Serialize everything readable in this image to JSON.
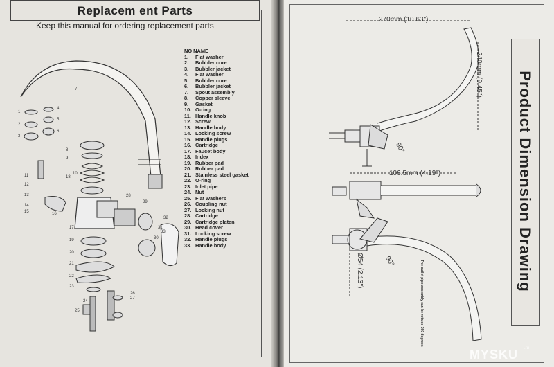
{
  "left_page": {
    "title": "Replacem ent Parts",
    "subtitle": "Keep this manual for ordering replacement parts",
    "list_header": "NO   NAME",
    "parts": [
      {
        "no": "1.",
        "name": "Flat washer"
      },
      {
        "no": "2.",
        "name": "Bubbler core"
      },
      {
        "no": "3.",
        "name": "Bubbler jacket"
      },
      {
        "no": "4.",
        "name": "Flat washer"
      },
      {
        "no": "5.",
        "name": "Bubbler core"
      },
      {
        "no": "6.",
        "name": "Bubbler jacket"
      },
      {
        "no": "7.",
        "name": "Spout assembly"
      },
      {
        "no": "8.",
        "name": "Copper sleeve"
      },
      {
        "no": "9.",
        "name": "Gasket"
      },
      {
        "no": "10.",
        "name": "O-ring"
      },
      {
        "no": "11.",
        "name": "Handle knob"
      },
      {
        "no": "12.",
        "name": "Screw"
      },
      {
        "no": "13.",
        "name": "Handle body"
      },
      {
        "no": "14.",
        "name": "Locking screw"
      },
      {
        "no": "15.",
        "name": "Handle plugs"
      },
      {
        "no": "16.",
        "name": "Cartridge"
      },
      {
        "no": "17.",
        "name": "Faucet body"
      },
      {
        "no": "18.",
        "name": "Index"
      },
      {
        "no": "19.",
        "name": "Rubber pad"
      },
      {
        "no": "20.",
        "name": "Rubber pad"
      },
      {
        "no": "21.",
        "name": "Stainless steel gasket"
      },
      {
        "no": "22.",
        "name": "O-ring"
      },
      {
        "no": "23.",
        "name": "Inlet pipe"
      },
      {
        "no": "24.",
        "name": "Nut"
      },
      {
        "no": "25.",
        "name": "Flat washers"
      },
      {
        "no": "26.",
        "name": "Coupling nut"
      },
      {
        "no": "27.",
        "name": "Locking nut"
      },
      {
        "no": "28.",
        "name": "Cartridge"
      },
      {
        "no": "29.",
        "name": "Cartridge platen"
      },
      {
        "no": "30.",
        "name": "Head cover"
      },
      {
        "no": "31.",
        "name": "Locking screw"
      },
      {
        "no": "32.",
        "name": "Handle plugs"
      },
      {
        "no": "33.",
        "name": "Handle body"
      }
    ],
    "callouts": [
      "1",
      "2",
      "3",
      "4",
      "5",
      "6",
      "7",
      "8",
      "9",
      "10",
      "11",
      "12",
      "13",
      "14",
      "15",
      "16",
      "17",
      "18",
      "19",
      "20",
      "21",
      "22",
      "23",
      "24",
      "25",
      "26",
      "27",
      "28",
      "29",
      "30",
      "31",
      "32",
      "33"
    ]
  },
  "right_page": {
    "side_title": "Product Dimension Drawing",
    "dim_width": "270mm (10.63\")",
    "dim_height": "240mm (9.45\")",
    "dim_angle_top": "90°",
    "dim_reach": "106.5mm (4.19\")",
    "dim_diameter": "Ø54 (2.13\")",
    "dim_angle_bottom": "90°",
    "rotation_note": "The outlet pipe assembly can be rotated 360 degrees"
  },
  "watermark": {
    "text": "MYSKU",
    "suffix": ".ru"
  }
}
